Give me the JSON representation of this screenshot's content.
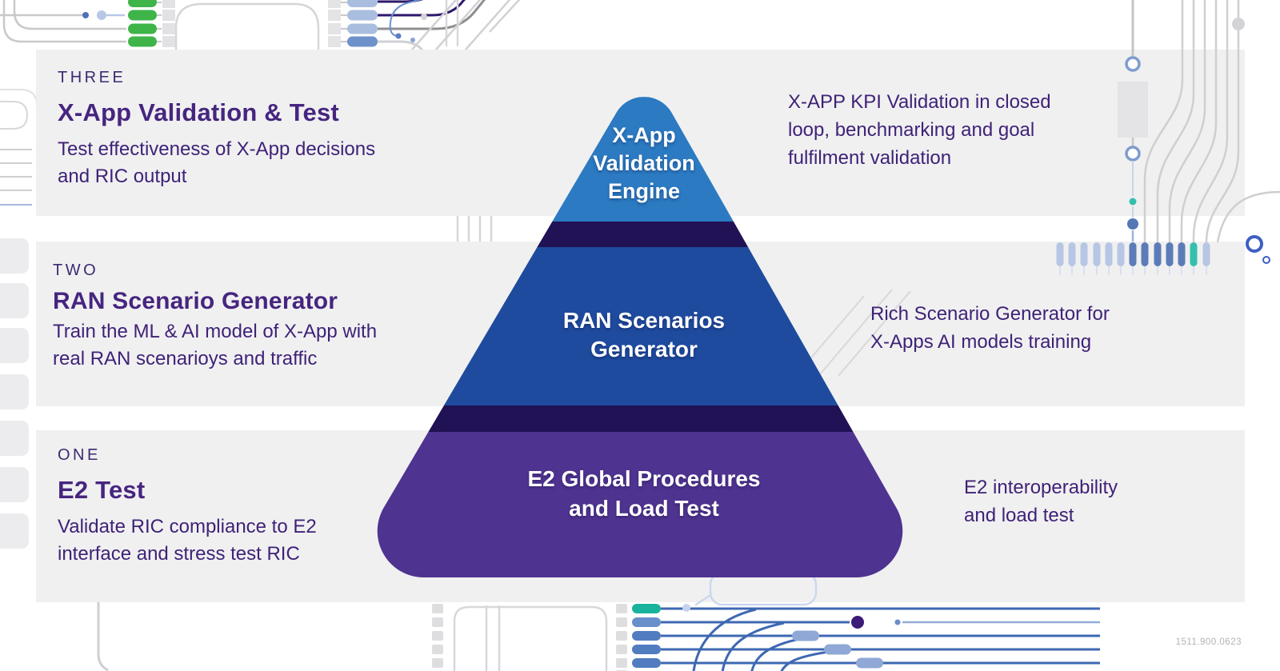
{
  "pyramid": {
    "levels": [
      {
        "label": "X-App\nValidation\nEngine",
        "color": "#2b7ac2"
      },
      {
        "label": "RAN Scenarios\nGenerator",
        "color": "#1e4b9e"
      },
      {
        "label": "E2 Global Procedures\nand Load Test",
        "color": "#4f3390"
      }
    ],
    "separator_color": "#211155"
  },
  "sections": [
    {
      "number": "THREE",
      "title": "X-App Validation & Test",
      "description": "Test effectiveness of X-App decisions\nand RIC output",
      "note": "X-APP KPI Validation in closed\nloop, benchmarking and goal\nfulfilment validation"
    },
    {
      "number": "TWO",
      "title": "RAN Scenario Generator",
      "description": "Train the ML & AI model of X-App with\nreal RAN scenarioys and traffic",
      "note": "Rich Scenario Generator for\nX-Apps AI models training"
    },
    {
      "number": "ONE",
      "title": "E2 Test",
      "description": "Validate RIC compliance to E2\ninterface and stress test RIC",
      "note": "E2 interoperability\nand load test"
    }
  ],
  "footer": {
    "code": "1511.900.0623"
  },
  "colors": {
    "band_background": "#f0f0f1",
    "heading_purple": "#46257f",
    "body_purple": "#3f2277",
    "trace_gray": "#cfcfd1",
    "trace_blue": "#3e68b2",
    "pill_green": "#3eb449",
    "pill_teal": "#35bfad",
    "pill_light_blue": "#b7c6e4",
    "pill_blue": "#5b7cb8",
    "dot_purple": "#3b1a78"
  }
}
